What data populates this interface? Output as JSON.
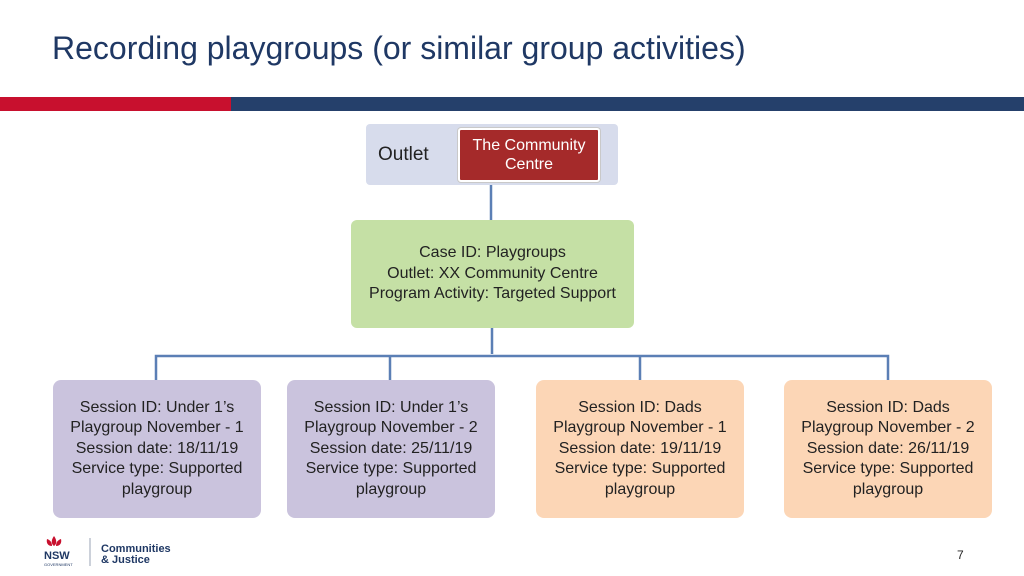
{
  "slide": {
    "title": "Recording playgroups (or similar group activities)",
    "page_number": "7"
  },
  "outlet": {
    "label": "Outlet",
    "name_line1": "The Community",
    "name_line2": "Centre"
  },
  "case": {
    "line1": "Case ID: Playgroups",
    "line2": "Outlet: XX Community Centre",
    "line3": "Program Activity: Targeted Support"
  },
  "sessions": [
    {
      "line1": "Session ID: Under 1’s",
      "line2": "Playgroup November - 1",
      "line3": "Session date: 18/11/19",
      "line4": "Service type: Supported",
      "line5": "playgroup"
    },
    {
      "line1": "Session ID: Under 1’s",
      "line2": "Playgroup November - 2",
      "line3": "Session date: 25/11/19",
      "line4": "Service type: Supported",
      "line5": "playgroup"
    },
    {
      "line1": "Session ID: Dads",
      "line2": "Playgroup November - 1",
      "line3": "Session date: 19/11/19",
      "line4": "Service type: Supported",
      "line5": "playgroup"
    },
    {
      "line1": "Session ID: Dads",
      "line2": "Playgroup November - 2",
      "line3": "Session date: 26/11/19",
      "line4": "Service type: Supported",
      "line5": "playgroup"
    }
  ],
  "footer": {
    "logo_abbrev": "NSW",
    "logo_gov": "GOVERNMENT",
    "org_line1": "Communities",
    "org_line2": "& Justice"
  },
  "colors": {
    "title": "#1f3864",
    "accent_red": "#c8102e",
    "accent_navy": "#25406b",
    "outlet_bg": "#d7dcec",
    "community_bg": "#a52a2a",
    "case_bg": "#c5e0a5",
    "purple_bg": "#cac3dd",
    "peach_bg": "#fcd6b6",
    "connector": "#5b7fb5"
  }
}
